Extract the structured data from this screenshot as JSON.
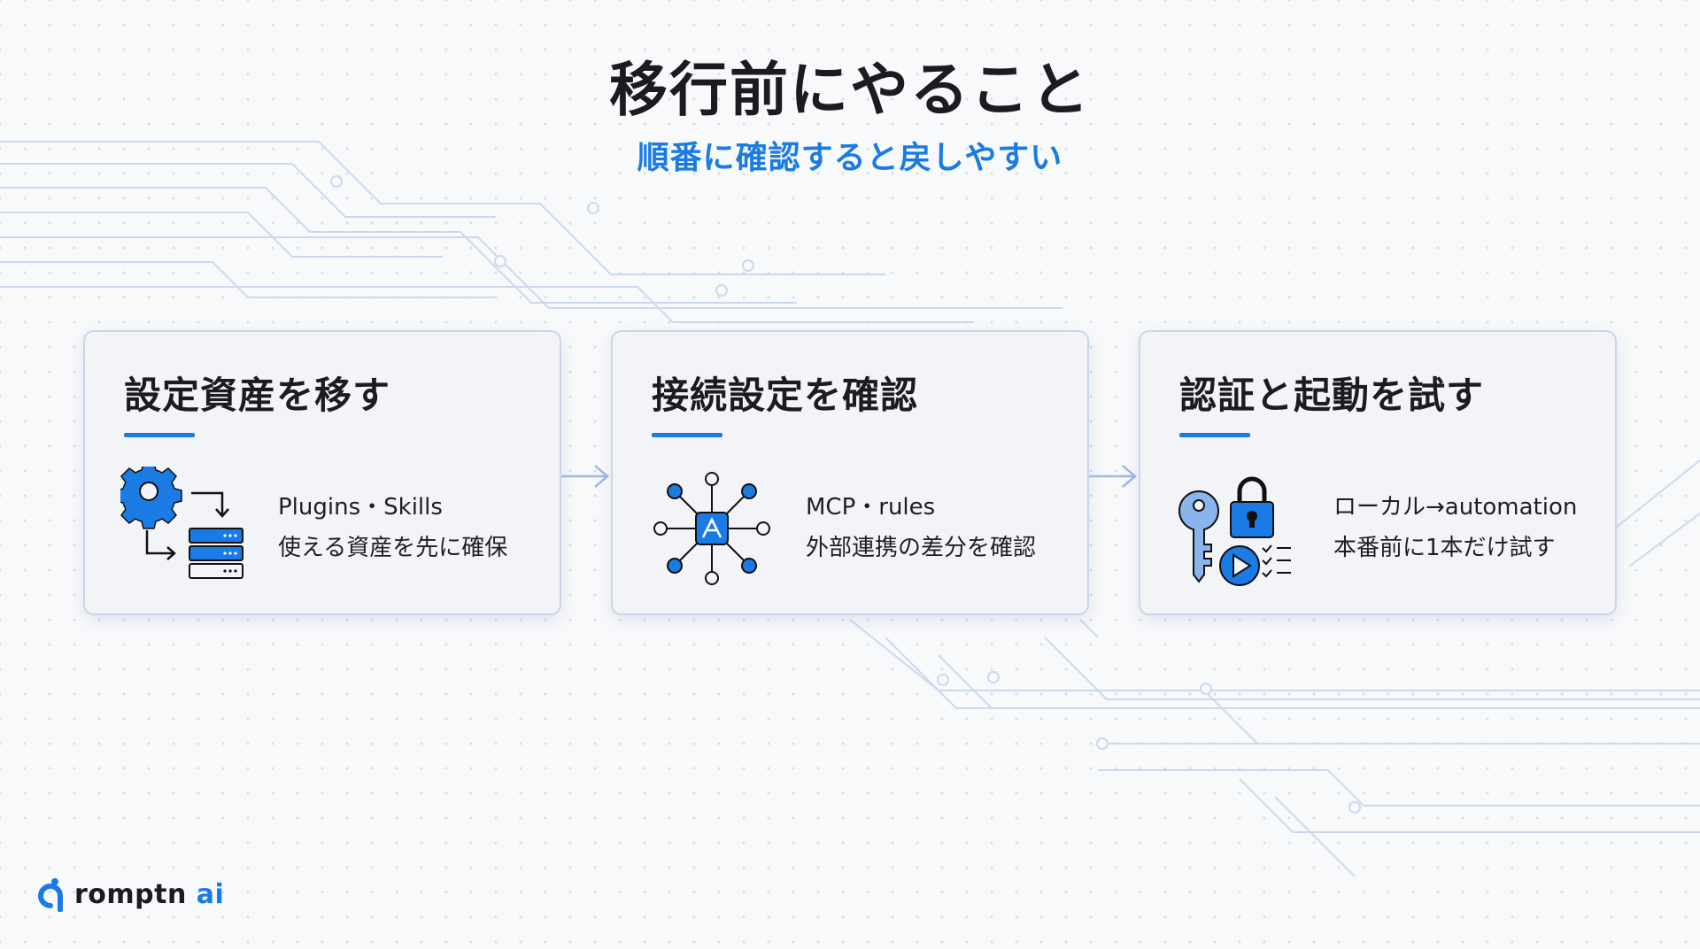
{
  "header": {
    "title": "移行前にやること",
    "subtitle": "順番に確認すると戻しやすい"
  },
  "cards": [
    {
      "title": "設定資産を移す",
      "line1": "Plugins・Skills",
      "line2": "使える資産を先に確保",
      "icon": "gear-server-icon"
    },
    {
      "title": "接続設定を確認",
      "line1": "MCP・rules",
      "line2": "外部連携の差分を確認",
      "icon": "network-hub-icon"
    },
    {
      "title": "認証と起動を試す",
      "line1": "ローカル→automation",
      "line2": "本番前に1本だけ試す",
      "icon": "key-lock-play-icon"
    }
  ],
  "logo": {
    "name": "romptn",
    "suffix": "ai",
    "icon": "logo-mark-icon"
  },
  "colors": {
    "accent": "#1a7be4",
    "background": "#f8f9fb",
    "card_border": "#c9d6ec",
    "circuit": "#c7d3ea"
  }
}
